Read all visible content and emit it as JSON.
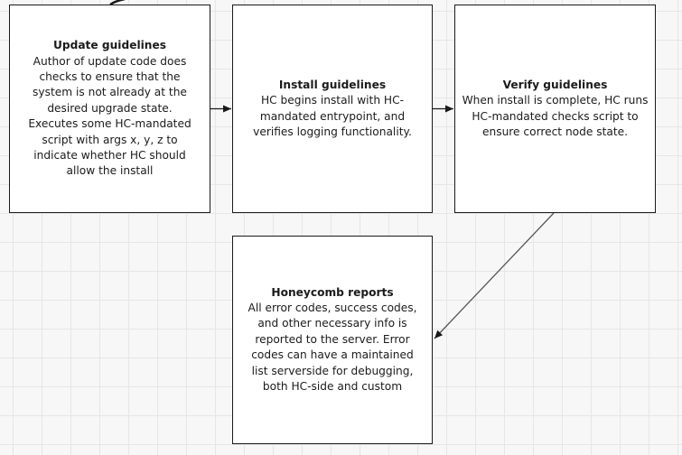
{
  "diagram": {
    "nodes": [
      {
        "id": "update",
        "title": "Update guidelines",
        "body": "Author of update code does checks to ensure that the system is not already at the desired upgrade state. Executes some HC-mandated script with args x, y, z to indicate whether HC should allow the install"
      },
      {
        "id": "install",
        "title": "Install guidelines",
        "body": "HC begins install with HC-mandated entrypoint, and verifies logging functionality."
      },
      {
        "id": "verify",
        "title": "Verify guidelines",
        "body": "When install is complete, HC runs HC-mandated checks script to ensure correct node state."
      },
      {
        "id": "report",
        "title": "Honeycomb reports",
        "body": "All error codes, success codes, and other necessary info is reported to the server. Error codes can have a maintained list serverside for debugging, both HC-side and custom"
      }
    ],
    "edges": [
      {
        "from": "update",
        "to": "install"
      },
      {
        "from": "install",
        "to": "verify"
      },
      {
        "from": "verify",
        "to": "report"
      }
    ],
    "colors": {
      "stroke": "#1a1a1a",
      "node_fill": "#ffffff",
      "canvas": "#f7f7f7",
      "grid": "#e6e6e6"
    }
  }
}
